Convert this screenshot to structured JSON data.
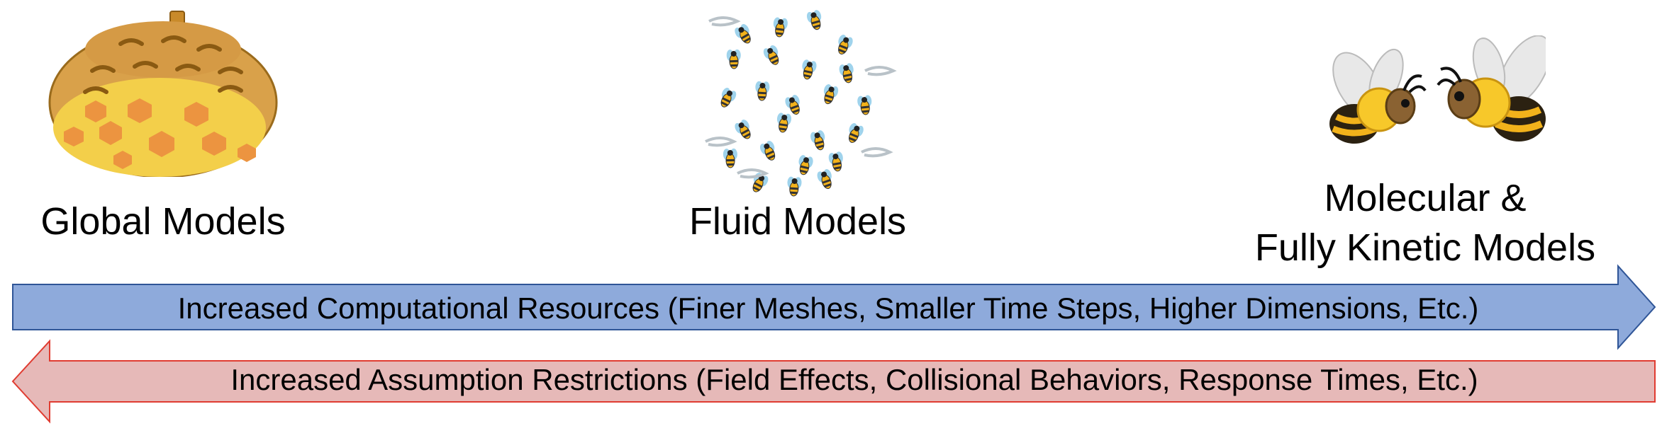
{
  "models": {
    "global": {
      "label": "Global Models",
      "icon": "beehive-icon"
    },
    "fluid": {
      "label": "Fluid Models",
      "icon": "bee-swarm-icon"
    },
    "molecular": {
      "line1": "Molecular &",
      "line2": "Fully Kinetic Models",
      "icon": "two-bees-icon"
    }
  },
  "arrows": {
    "forward": {
      "text": "Increased Computational Resources (Finer Meshes, Smaller Time Steps, Higher Dimensions, Etc.)",
      "direction": "right",
      "fill": "#8eaadb",
      "stroke": "#2f5597"
    },
    "backward": {
      "text": "Increased Assumption Restrictions (Field Effects, Collisional Behaviors, Response Times, Etc.)",
      "direction": "left",
      "fill": "#e6b9b8",
      "stroke": "#e03c31"
    }
  }
}
